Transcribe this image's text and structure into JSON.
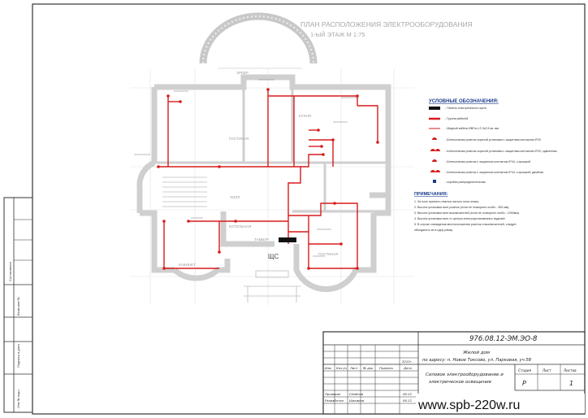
{
  "drawing": {
    "title_line1": "ПЛАН РАСПОЛОЖЕНИЯ ЭЛЕКТРООБОРУДОВАНИЯ",
    "title_line2": "1-ЫЙ ЭТАЖ  М 1:75"
  },
  "rooms": {
    "veranda": "ЭРКЕР",
    "kitchen": "КУХНЯ",
    "guest": "ГОСТИНАЯ",
    "hall": "ХОЛЛ",
    "cabinet": "КАБИНЕТ",
    "tambur": "ТАМБУР",
    "guest2": "ГОСТИНАЯ",
    "boiler": "КОТЕЛЬНАЯ"
  },
  "panel_label": "ЩС",
  "legend": {
    "title": "УСЛОВНЫЕ ОБОЗНАЧЕНИЯ:",
    "items": [
      "- Панель электрического щита",
      "- Группа кабелей",
      "- Медный кабель ВВГнг-LS 3х2,5 кв. мм",
      "- Штепсельная розетка скрытой установки с защитным контактом IP20",
      "- Штепсельная розетка скрытой установки с защитным контактом IP20, сдвоенная",
      "- Штепсельная розетка с защитным контактом IP44, с крышкой",
      "- Штепсельная розетка с защитным контактом IP44, с крышкой, двойная",
      "- коробка распределительная"
    ]
  },
  "notes": {
    "title": "ПРИМЕЧАНИЯ:",
    "items": [
      "1.  За ноль принята отметка чистого пола этажа.",
      "2.  Высота установки всех розеток (если не оговорено особо - 350 мм).",
      "3.  Высота установки всех выключателей (если не оговорено особо - 1000мм).",
      "4.  Высота установки всех от центра электроустановочных изделий.",
      "5.  В случае совпадения местоположения розеток и выключателей, следует",
      "     объединить их в одну рамку."
    ]
  },
  "side_stamp": {
    "labels": [
      "Согласовано",
      "Взам.инв.№",
      "Подпись и дата",
      "Инв.№ подл."
    ]
  },
  "title_block": {
    "code": "976.08.12-ЭМ.ЭО-8",
    "object_line1": "Жилой дом",
    "object_line2": "по адресу: п. Новое Токсово, ул. Парковая, уч.58",
    "sheet_title_line1": "Силовое электрооборудование и",
    "sheet_title_line2": "электрическое освещение",
    "headers": [
      "Изм",
      "Кол.уч",
      "Лист",
      "№ док",
      "Подпись",
      "Дата"
    ],
    "date_top": "2012г.",
    "stage_header": "Стадия",
    "sheet_header": "Лист",
    "sheets_header": "Листов",
    "stage": "Р",
    "sheets": "1",
    "role1": "Проверил",
    "name1": "Семёнов",
    "date1": "08.12",
    "role2": "Разработал",
    "name2": "Шакиров",
    "date2": "08.12"
  },
  "website": "www.spb-220w.ru",
  "colors": {
    "wall": "#d0d0d0",
    "wire": "#d81b1b",
    "frame": "#333333",
    "legend_title": "#1a3b8a"
  }
}
